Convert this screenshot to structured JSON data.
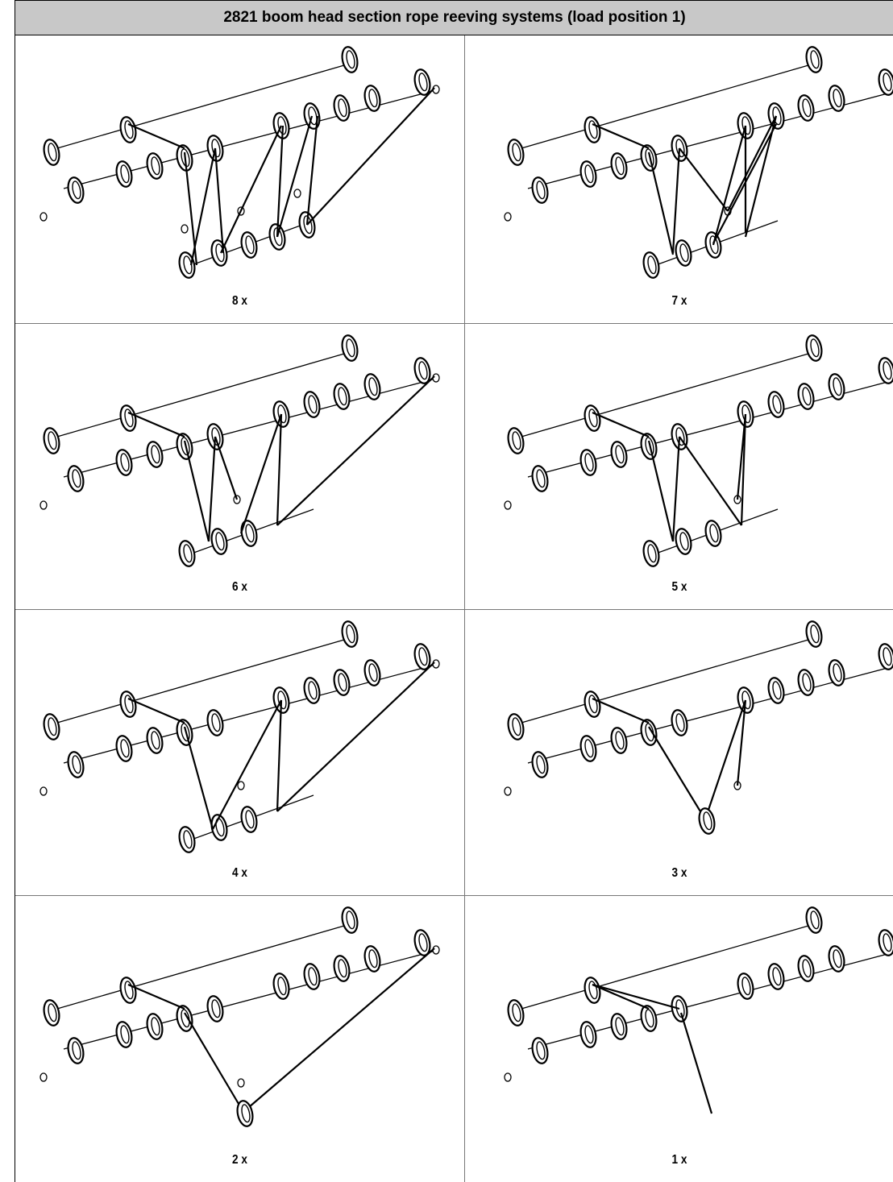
{
  "title": "2821 boom head section rope reeving systems (load position 1)",
  "panels": [
    {
      "label": "8 x",
      "lower_sheaves": 5,
      "middle_row": [
        0,
        1,
        1,
        1,
        1,
        1,
        1,
        1,
        1
      ],
      "falls": 8
    },
    {
      "label": "7 x",
      "lower_sheaves": 3,
      "middle_row": [
        0,
        1,
        1,
        1,
        1,
        1,
        1,
        1,
        1
      ],
      "falls": 7
    },
    {
      "label": "6 x",
      "lower_sheaves": 3,
      "middle_row": [
        0,
        1,
        1,
        1,
        1,
        1,
        1,
        1,
        1
      ],
      "falls": 6
    },
    {
      "label": "5 x",
      "lower_sheaves": 3,
      "middle_row": [
        0,
        1,
        1,
        1,
        1,
        1,
        1,
        1,
        1
      ],
      "falls": 5
    },
    {
      "label": "4 x",
      "lower_sheaves": 3,
      "middle_row": [
        0,
        1,
        1,
        1,
        1,
        1,
        1,
        1,
        1
      ],
      "falls": 4
    },
    {
      "label": "3 x",
      "lower_sheaves": 1,
      "middle_row": [
        0,
        1,
        1,
        1,
        1,
        1,
        1,
        1,
        1
      ],
      "falls": 3
    },
    {
      "label": "2 x",
      "lower_sheaves": 1,
      "middle_row": [
        0,
        1,
        1,
        1,
        1,
        1,
        1,
        1,
        1
      ],
      "falls": 2
    },
    {
      "label": "1 x",
      "lower_sheaves": 0,
      "middle_row": [
        0,
        1,
        1,
        1,
        1,
        1,
        1,
        1,
        1
      ],
      "falls": 1
    }
  ]
}
